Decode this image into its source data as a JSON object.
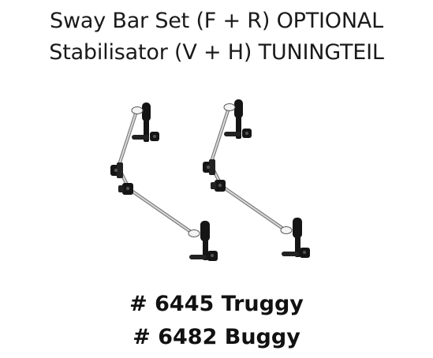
{
  "header": {
    "title_en": "Sway Bar Set (F + R) OPTIONAL",
    "title_de": "Stabilisator (V + H) TUNINGTEIL"
  },
  "parts": [
    {
      "label": "# 6445 Truggy"
    },
    {
      "label": "# 6482 Buggy"
    }
  ],
  "colors": {
    "bar": "#c8c8c8",
    "bar_outline": "#6e6e6e",
    "link": "#151515",
    "text": "#1a1a1a"
  }
}
